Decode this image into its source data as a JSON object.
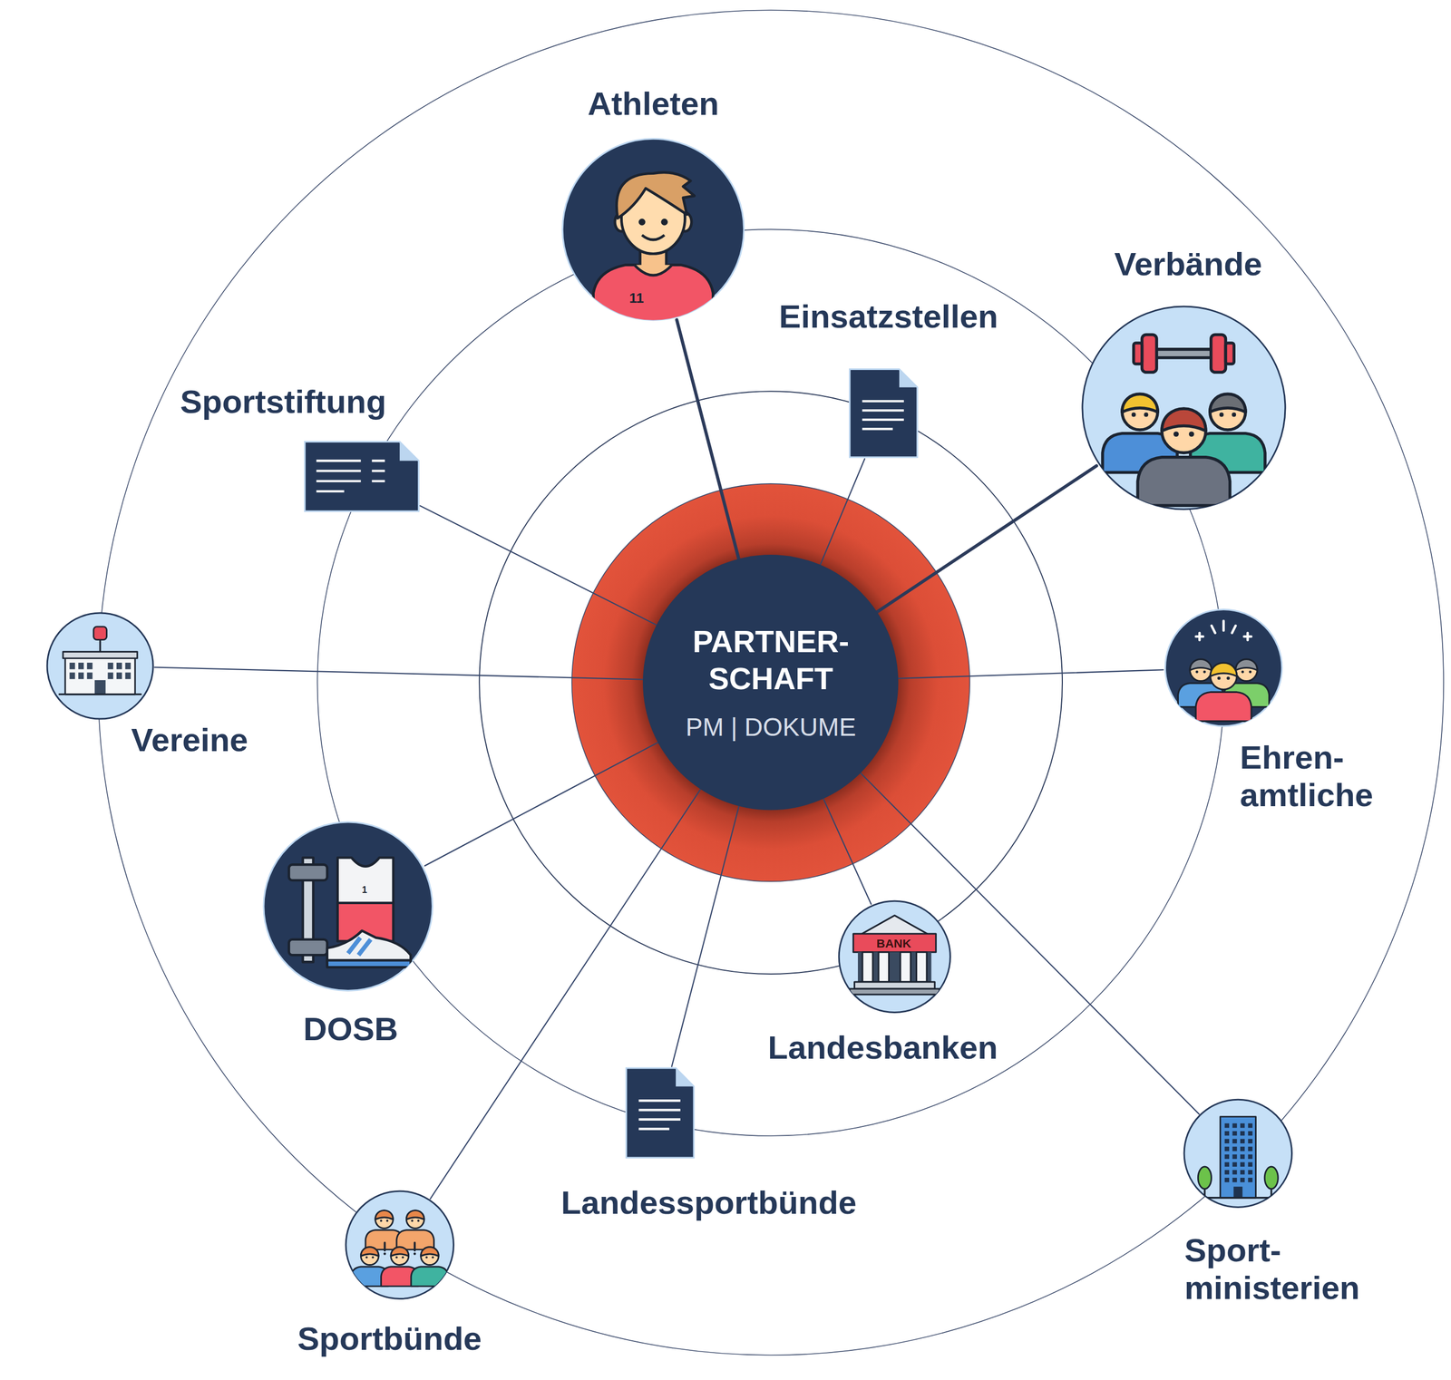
{
  "diagram": {
    "nodes": [
      {
        "text": [
          "Athleten"
        ]
      },
      {
        "text": [
          "Verbände"
        ]
      },
      {
        "text": [
          "Einsatzstellen"
        ]
      },
      {
        "text": [
          "Sportstiftung"
        ]
      },
      {
        "text": [
          "PARTNER- SCHAFT",
          "PM | DOKUME"
        ]
      },
      {
        "text": [
          "Vereine"
        ]
      },
      {
        "text": [
          "Ehren- amtliche"
        ]
      },
      {
        "text": [
          "DOSB"
        ]
      },
      {
        "text": [
          "Landesbanken"
        ]
      },
      {
        "text": [
          "Landessportbünde"
        ]
      },
      {
        "text": [
          "Sport- ministerien"
        ]
      },
      {
        "text": [
          "Sportbünde"
        ]
      }
    ],
    "edges": [
      {
        "from": 4,
        "to": 0,
        "arrow": "none"
      },
      {
        "from": 4,
        "to": 1,
        "arrow": "none"
      },
      {
        "from": 4,
        "to": 2,
        "arrow": "none"
      },
      {
        "from": 4,
        "to": 3,
        "arrow": "none"
      },
      {
        "from": 4,
        "to": 5,
        "arrow": "none"
      },
      {
        "from": 4,
        "to": 6,
        "arrow": "none"
      },
      {
        "from": 4,
        "to": 7,
        "arrow": "none"
      },
      {
        "from": 4,
        "to": 8,
        "arrow": "none"
      },
      {
        "from": 4,
        "to": 9,
        "arrow": "none"
      },
      {
        "from": 4,
        "to": 10,
        "arrow": "none"
      },
      {
        "from": 4,
        "to": 11,
        "arrow": "none"
      }
    ],
    "labels": [
      "11",
      "BANK",
      "1"
    ]
  }
}
